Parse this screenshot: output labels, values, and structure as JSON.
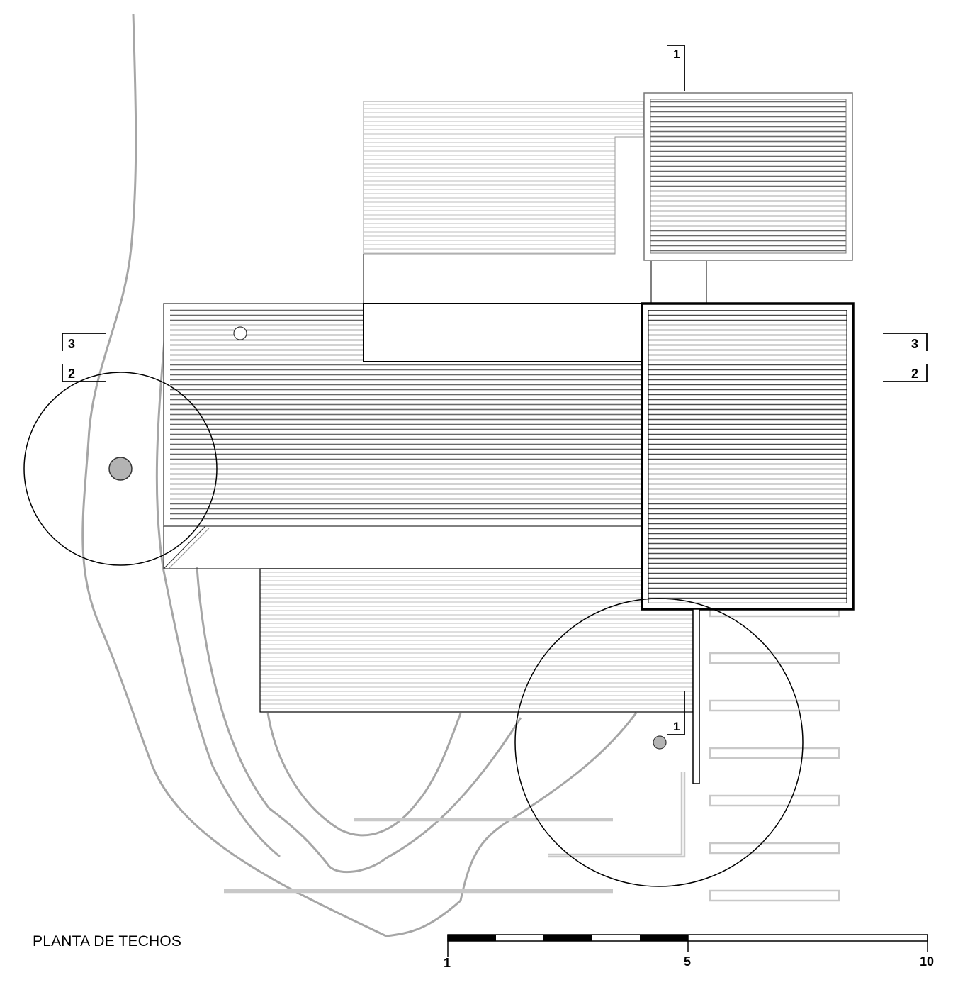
{
  "title": "PLANTA DE TECHOS",
  "section_marks": {
    "top": "1",
    "bottom": "1",
    "left_upper": "3",
    "left_lower": "2",
    "right_upper": "3",
    "right_lower": "2"
  },
  "scale_bar": {
    "labels": [
      "1",
      "5",
      "10"
    ]
  },
  "colors": {
    "line": "#000000",
    "terrain": "#a6a6a6",
    "hatch_dark": "#6e6e6e",
    "hatch_light": "#c4c4c4",
    "tree_trunk": "#b3b3b3",
    "background": "#ffffff"
  }
}
